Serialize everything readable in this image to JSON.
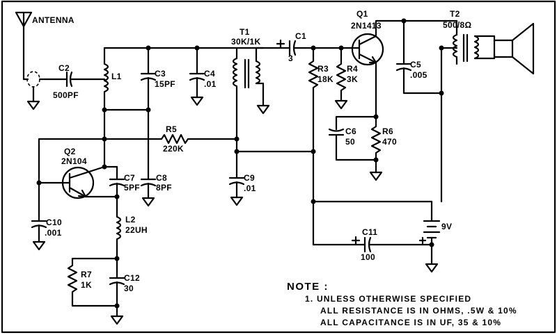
{
  "labels": {
    "antenna": "ANTENNA",
    "c2": "C2",
    "c2v": "500PF",
    "l1": "L1",
    "c3": "C3",
    "c3v": "15PF",
    "c4": "C4",
    "c4v": ".01",
    "t1": "T1",
    "t1v": "30K/1K",
    "c1": "C1",
    "c1v": "3",
    "q1": "Q1",
    "q1v": "2N1413",
    "t2": "T2",
    "t2v": "500/8Ω",
    "c5": "C5",
    "c5v": ".005",
    "r3": "R3",
    "r3v": "18K",
    "r4": "R4",
    "r4v": "3K",
    "r5": "R5",
    "r5v": "220K",
    "c6": "C6",
    "c6v": "50",
    "r6": "R6",
    "r6v": "470",
    "q2": "Q2",
    "q2v": "2N104",
    "c7": "C7",
    "c7v": "5PF",
    "c8": "C8",
    "c8v": "8PF",
    "c9": "C9",
    "c9v": ".01",
    "c10": "C10",
    "c10v": ".001",
    "l2": "L2",
    "l2v": "22UH",
    "r7": "R7",
    "r7v": "1K",
    "c12": "C12",
    "c12v": "30",
    "c11": "C11",
    "c11v": "100",
    "battery": "9V"
  },
  "note": {
    "heading": "NOTE :",
    "line1": "1.  UNLESS  OTHERWISE  SPECIFIED",
    "line2": "ALL  RESISTANCE  IS  IN  OHMS, .5W & 10%",
    "line3": "ALL  CAPACITANCE  IS  IN  UF, 35 & 10%"
  }
}
